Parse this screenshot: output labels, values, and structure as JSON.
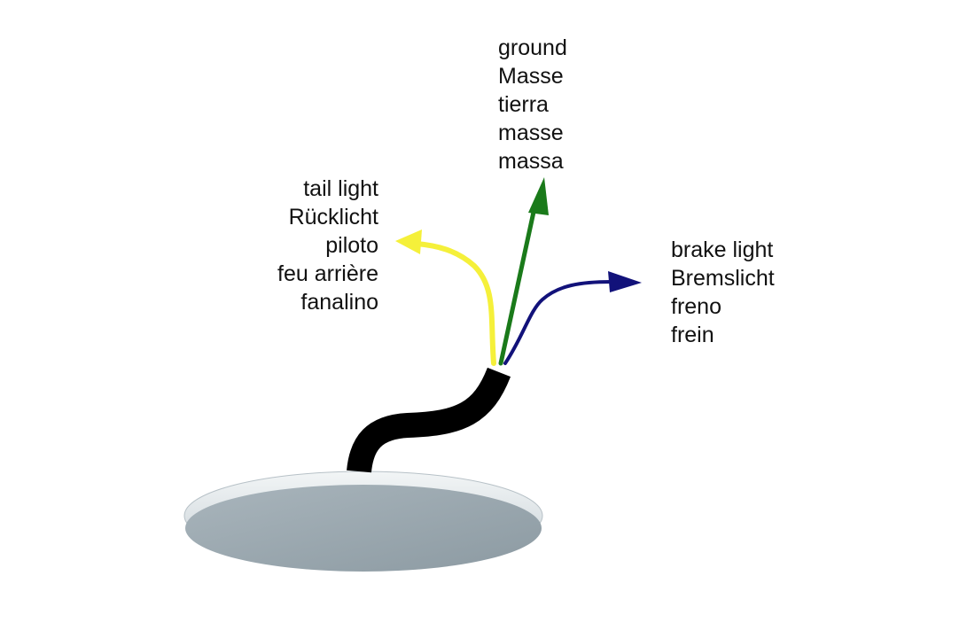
{
  "wires": {
    "ground": {
      "color": "#1a7a1a",
      "labels": [
        "ground",
        "Masse",
        "tierra",
        "masse",
        "massa"
      ]
    },
    "tail_light": {
      "color": "#f5f03a",
      "labels": [
        "tail light",
        "Rücklicht",
        "piloto",
        "feu arrière",
        "fanalino"
      ]
    },
    "brake_light": {
      "color": "#12127a",
      "labels": [
        "brake light",
        "Bremslicht",
        "freno",
        "frein"
      ]
    }
  },
  "cable_color": "#000000",
  "base_color": "#9aa8b0"
}
